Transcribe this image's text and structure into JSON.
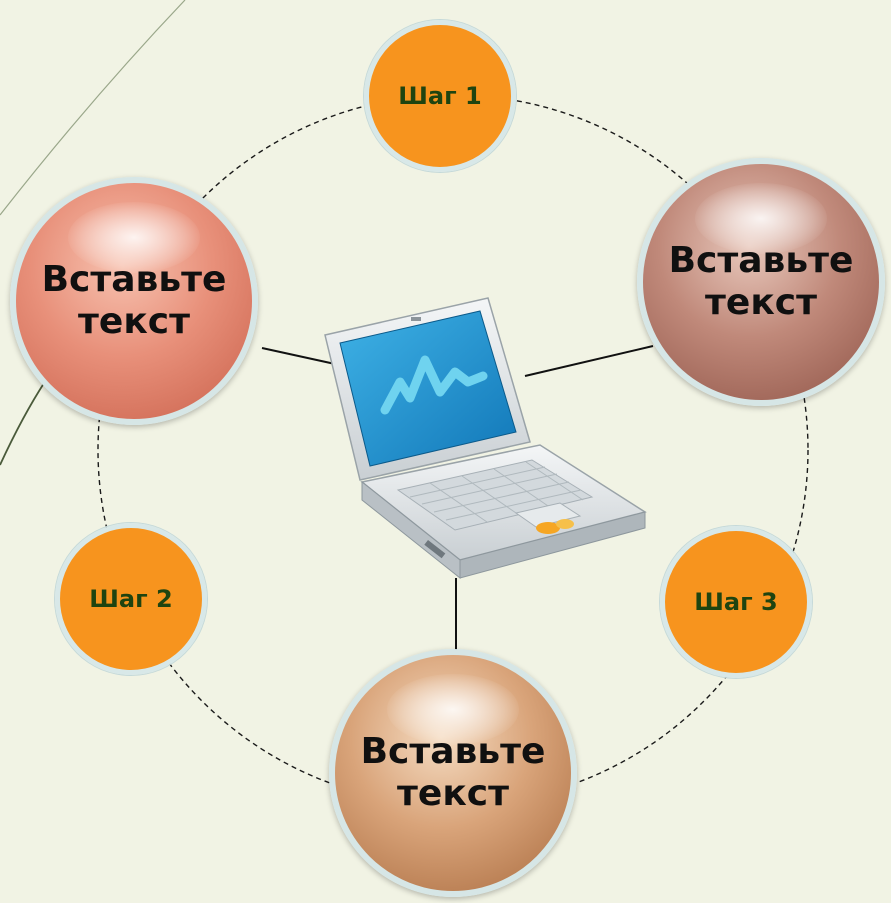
{
  "steps": [
    {
      "label": "Шаг 1"
    },
    {
      "label": "Шаг 2"
    },
    {
      "label": "Шаг 3"
    }
  ],
  "bubbles": [
    {
      "line1": "Вставьте",
      "line2": "текст"
    },
    {
      "line1": "Вставьте",
      "line2": "текст"
    },
    {
      "line1": "Вставьте",
      "line2": "текст"
    }
  ],
  "colors": {
    "background": "#f1f3e4",
    "step_fill": "#f7941e",
    "step_text": "#1f4410",
    "bubble_left": "#e8907a",
    "bubble_right": "#c0897a",
    "bubble_bottom": "#d9a47a",
    "laptop_screen": "#1f9bd6"
  },
  "icons": {
    "center": "laptop-icon"
  }
}
